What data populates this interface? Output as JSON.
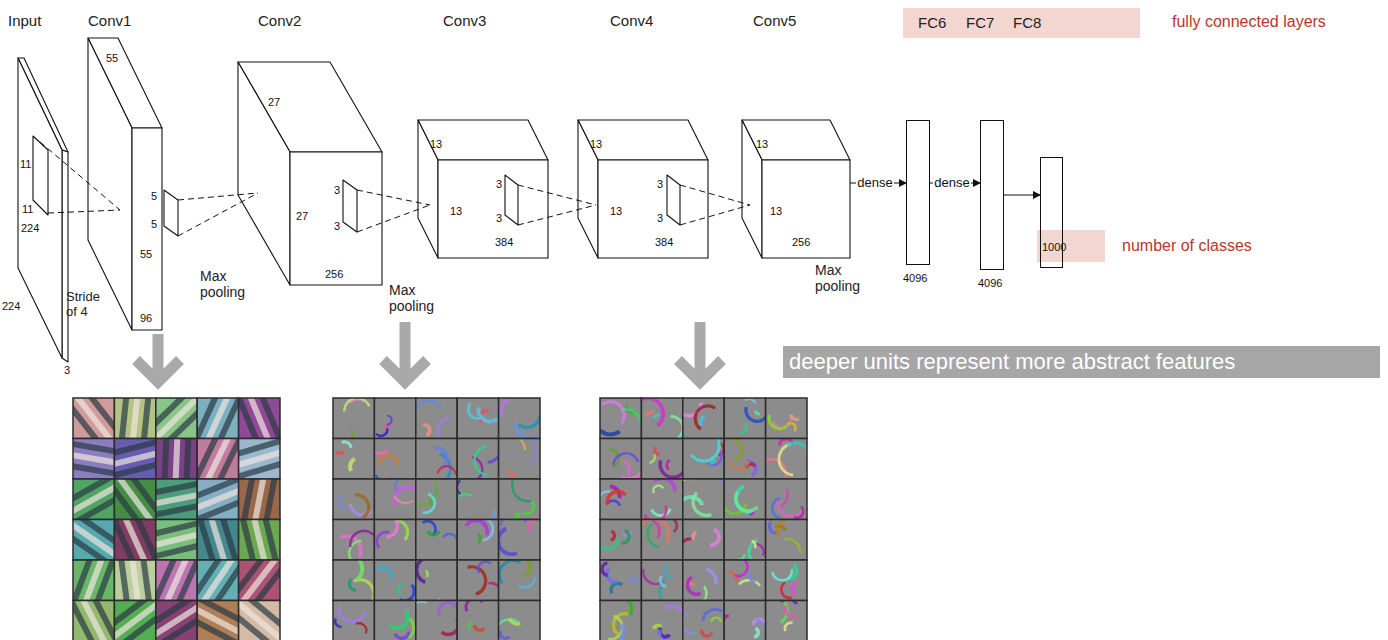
{
  "diagram": {
    "nodes": [
      {
        "text": [
          "FC6",
          "FC7",
          "FC8"
        ]
      },
      {
        "text": [
          "13",
          "13",
          "256"
        ]
      },
      {
        "text": [
          "4096"
        ]
      },
      {
        "text": [
          "4096"
        ]
      },
      {
        "text": [
          "1000"
        ]
      },
      {
        "text": [
          "deeper units represent more abstract features"
        ]
      }
    ],
    "edges": [
      {
        "from": 1,
        "to": 2,
        "arrow": "to",
        "label": "dense"
      },
      {
        "from": 2,
        "to": 3,
        "arrow": "to",
        "label": "dense"
      },
      {
        "from": 3,
        "to": 4,
        "arrow": "to"
      }
    ],
    "labels": [
      "Input",
      "Conv1",
      "Conv2",
      "Conv3",
      "Conv4",
      "Conv5",
      "fully connected layers",
      "11",
      "11",
      "224",
      "224",
      "3",
      "55",
      "55",
      "Stride of 4",
      "96",
      "5",
      "5",
      "Max pooling",
      "27",
      "27",
      "256",
      "3",
      "3",
      "Max pooling",
      "13",
      "13",
      "384",
      "3",
      "3",
      "13",
      "13",
      "384",
      "3",
      "3",
      "Max pooling",
      "number of classes"
    ]
  }
}
